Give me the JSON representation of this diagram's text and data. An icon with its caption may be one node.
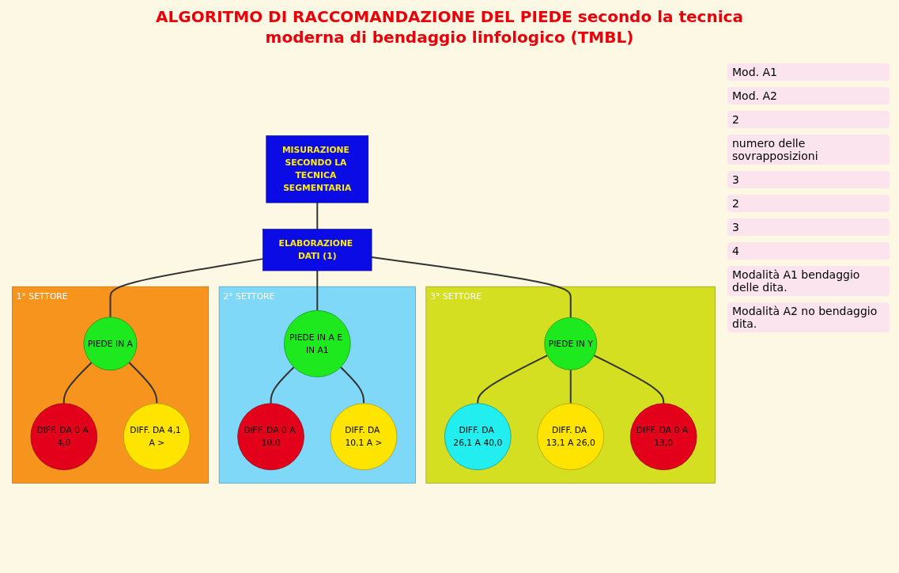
{
  "diagram": {
    "title": "ALGORITMO DI RACCOMANDAZIONE DEL PIEDE secondo la tecnica moderna di bendaggio linfologico (TMBL)",
    "nodes": [
      {
        "text": [
          "MISURAZIONE SECONDO LA TECNICA SEGMENTARIA"
        ]
      },
      {
        "text": [
          "ELABORAZIONE DATI (1)"
        ]
      },
      {
        "text": [
          "1° SETTORE"
        ]
      },
      {
        "text": [
          "PIEDE IN A"
        ],
        "in": 2
      },
      {
        "text": [
          "DIFF. DA 0 A 4,0"
        ],
        "in": 2
      },
      {
        "text": [
          "DIFF. DA 4,1 A >"
        ],
        "in": 2
      },
      {
        "text": [
          "2° SETTORE"
        ]
      },
      {
        "text": [
          "PIEDE IN A E IN A1"
        ],
        "in": 6
      },
      {
        "text": [
          "DIFF. DA 0 A 10,0"
        ],
        "in": 6
      },
      {
        "text": [
          "DIFF. DA 10,1 A >"
        ],
        "in": 6
      },
      {
        "text": [
          "3° SETTORE"
        ]
      },
      {
        "text": [
          "PIEDE IN Y"
        ],
        "in": 10
      },
      {
        "text": [
          "DIFF. DA 26,1 A 40,0"
        ],
        "in": 10
      },
      {
        "text": [
          "DIFF. DA 13,1 A 26,0"
        ],
        "in": 10
      },
      {
        "text": [
          "DIFF. DA 0 A 13,0"
        ],
        "in": 10
      }
    ],
    "edges": [
      {
        "from": 0,
        "to": 1,
        "arrow": "none"
      },
      {
        "from": 1,
        "to": 3,
        "arrow": "none"
      },
      {
        "from": 1,
        "to": 7,
        "arrow": "none"
      },
      {
        "from": 1,
        "to": 11,
        "arrow": "none"
      },
      {
        "from": 3,
        "to": 4,
        "arrow": "none"
      },
      {
        "from": 3,
        "to": 5,
        "arrow": "none"
      },
      {
        "from": 7,
        "to": 8,
        "arrow": "none"
      },
      {
        "from": 7,
        "to": 9,
        "arrow": "none"
      },
      {
        "from": 11,
        "to": 12,
        "arrow": "none"
      },
      {
        "from": 11,
        "to": 13,
        "arrow": "none"
      },
      {
        "from": 11,
        "to": 14,
        "arrow": "none"
      }
    ],
    "labels": [
      "Mod. A1",
      "Mod. A2",
      "2",
      "numero delle sovrapposizioni",
      "3",
      "2",
      "3",
      "4",
      "Modalità A1 bendaggio delle dita.",
      "Modalità A2 no bendaggio dita."
    ]
  }
}
